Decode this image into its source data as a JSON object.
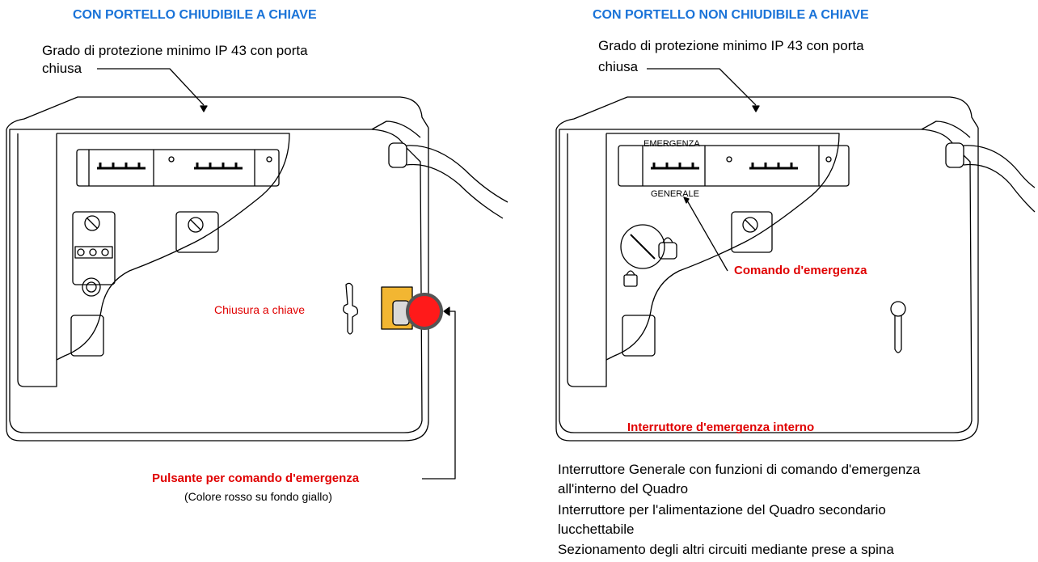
{
  "left": {
    "heading": "CON PORTELLO CHIUDIBILE A CHIAVE",
    "protection_line1": "Grado di protezione minimo IP 43 con porta",
    "protection_line2": "chiusa",
    "key_lock_label": "Chiusura a chiave",
    "button_label": "Pulsante per comando d'emergenza",
    "button_sublabel": "(Colore rosso su fondo giallo)"
  },
  "right": {
    "heading": "CON PORTELLO NON CHIUDIBILE A CHIAVE",
    "protection_line1": "Grado di protezione minimo IP 43 con porta",
    "protection_line2": "chiusa",
    "emergenza_tag": "EMERGENZA",
    "generale_tag": "GENERALE",
    "command_label": "Comando d'emergenza",
    "internal_switch_label": "Interruttore d'emergenza interno",
    "notes": [
      "Interruttore Generale con funzioni di comando d'emergenza",
      "all'interno del Quadro",
      "Interruttore per l'alimentazione del Quadro secondario",
      "lucchettabile",
      "Sezionamento degli altri circuiti mediante prese a spina"
    ]
  },
  "colors": {
    "heading": "#1a73d8",
    "emphasis_red": "#e00000",
    "button_red": "#ff1a1a",
    "button_plate": "#f2b632"
  }
}
